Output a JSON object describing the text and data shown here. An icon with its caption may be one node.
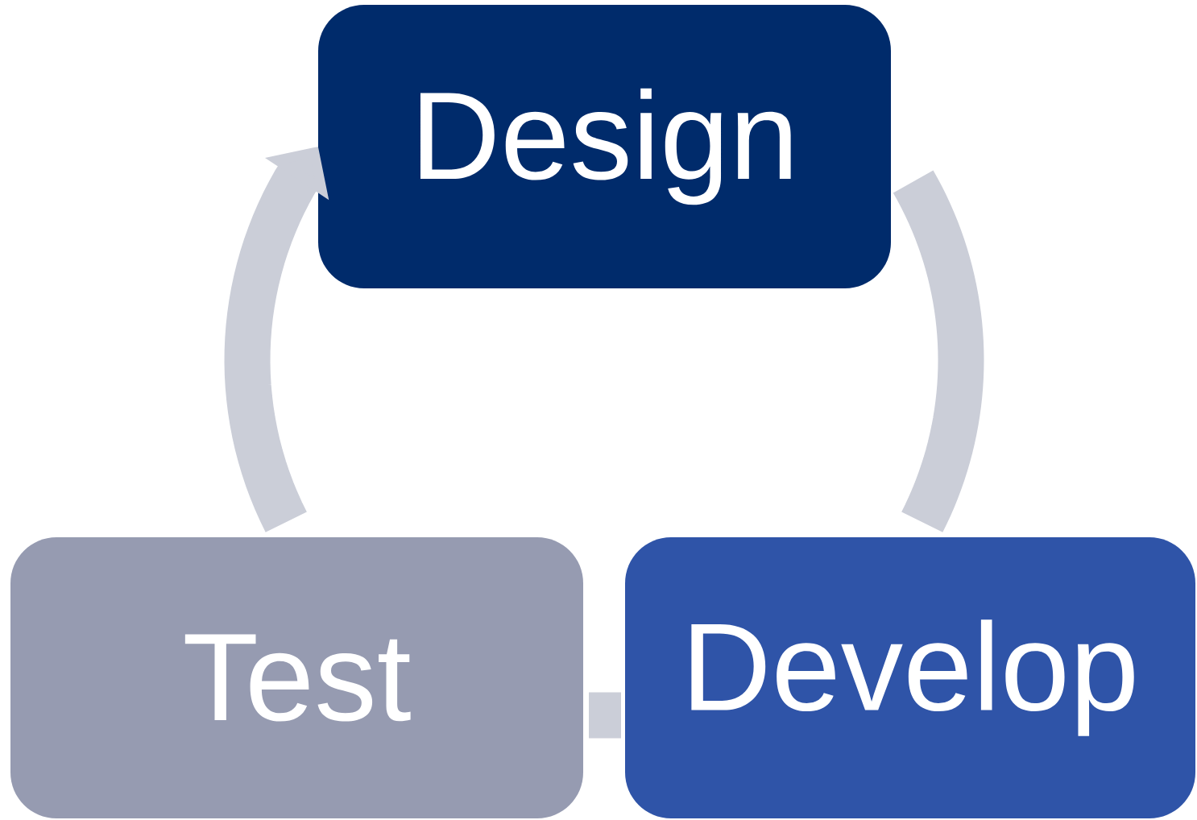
{
  "diagram": {
    "nodes": [
      {
        "text": [
          "Design"
        ]
      },
      {
        "text": [
          "Develop"
        ]
      },
      {
        "text": [
          "Test"
        ]
      }
    ],
    "edges": [
      {
        "from": 0,
        "to": 1,
        "arrow": "none"
      },
      {
        "from": 1,
        "to": 2,
        "arrow": "none"
      },
      {
        "from": 2,
        "to": 0,
        "arrow": "to"
      }
    ]
  }
}
